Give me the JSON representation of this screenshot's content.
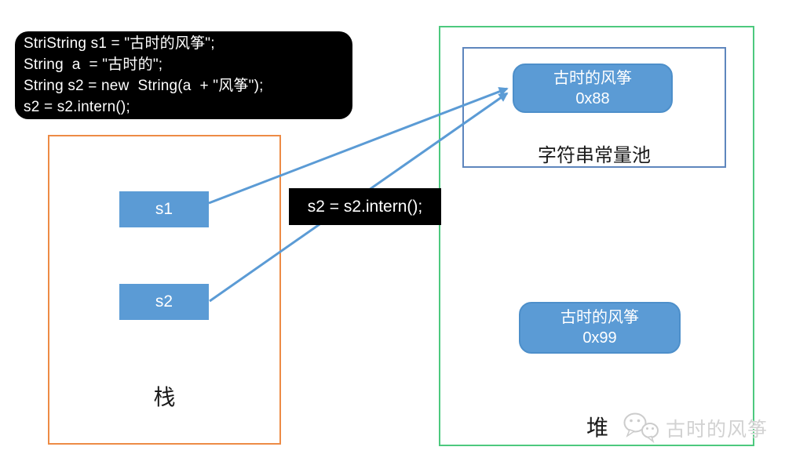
{
  "colors": {
    "object_fill_blue": "#5B9BD5",
    "arrow_blue": "#5B9BD5",
    "stack_border_orange": "#ED8B45",
    "heap_border_green": "#4DC97E",
    "pool_border_blue": "#5E86BD",
    "code_background": "#000000",
    "code_text": "#FFFFFF",
    "watermark_gray": "#D2D2D2"
  },
  "code_box": {
    "lines": [
      "StriString s1 = \"古时的风筝\";",
      "String  a  = \"古时的\";",
      "String s2 = new  String(a  + \"风筝\");",
      "s2 = s2.intern();"
    ]
  },
  "intern_label": {
    "text": "s2 = s2.intern();"
  },
  "stack": {
    "label": "栈",
    "vars": [
      {
        "name": "s1"
      },
      {
        "name": "s2"
      }
    ]
  },
  "heap": {
    "label": "堆",
    "constant_pool": {
      "label": "字符串常量池",
      "object": {
        "value": "古时的风筝",
        "address": "0x88"
      }
    },
    "object": {
      "value": "古时的风筝",
      "address": "0x99"
    }
  },
  "watermark": {
    "text": "古时的风筝",
    "logo": "wechat-logo"
  }
}
